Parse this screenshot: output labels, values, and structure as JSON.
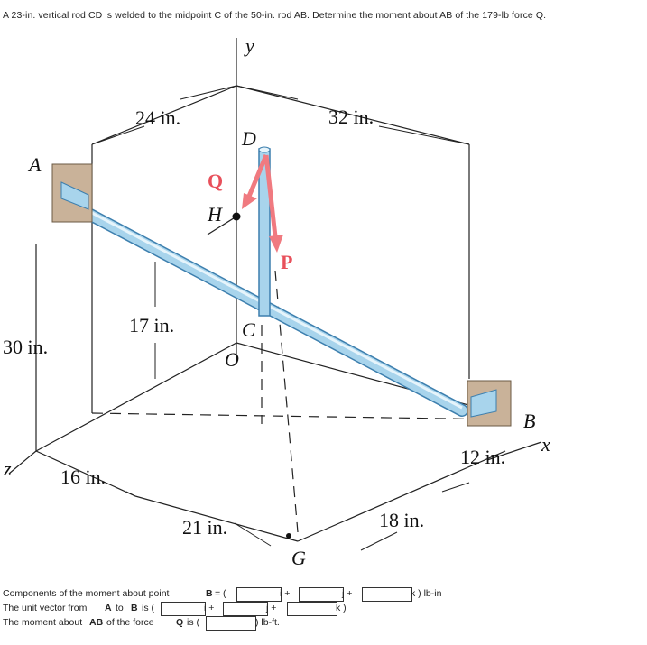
{
  "problem": {
    "text": "A 23-in. vertical rod CD is welded to the midpoint C of the 50-in. rod AB. Determine the moment about AB of the 179-lb force Q."
  },
  "figure": {
    "points": [
      "A",
      "B",
      "C",
      "D",
      "H",
      "O",
      "G",
      "P",
      "Q"
    ],
    "axes": {
      "x": "x",
      "y": "y",
      "z": "z"
    },
    "dims": {
      "d24": "24 in.",
      "d32": "32 in.",
      "d17": "17 in.",
      "d30": "30 in.",
      "d16": "16 in.",
      "d21": "21 in.",
      "d18": "18 in.",
      "d12": "12 in."
    },
    "colors": {
      "rod": "#a8d4ec",
      "rod_edge": "#3d7fae",
      "force": "#f07a80",
      "support": "#c9b299"
    }
  },
  "answers": {
    "row1": {
      "prefix": "Components of the moment about point",
      "point": "B",
      "eq": "= (",
      "i": "i +",
      "j": "j +",
      "k": "k ) lb-in"
    },
    "row2": {
      "prefix": "The unit vector from",
      "a": "A",
      "to": "to",
      "b": "B",
      "is": "is (",
      "i": "i +",
      "j": "j +",
      "k": "k )"
    },
    "row3": {
      "prefix": "The moment about",
      "ab": "AB",
      "of": "of the force",
      "q": "Q",
      "is": "is (",
      "unit": ") lb-ft."
    }
  }
}
